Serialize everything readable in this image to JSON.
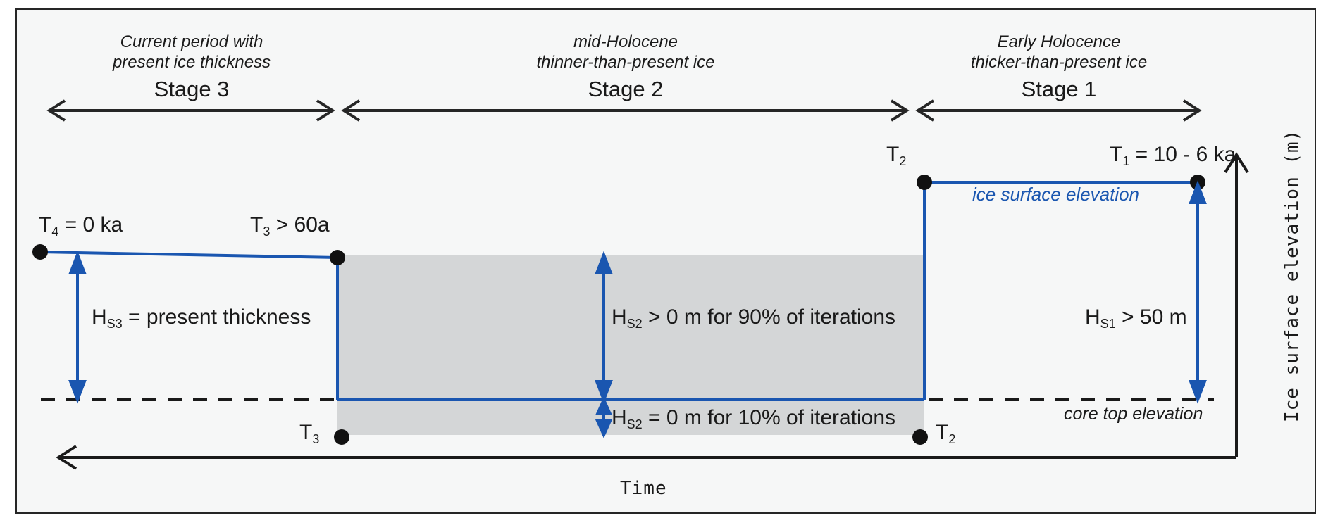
{
  "figure": {
    "background_color": "#f6f7f7",
    "border_color": "#262626",
    "accent_blue": "#1a56b0",
    "shade_gray": "#d4d6d7"
  },
  "stages": [
    {
      "id": "stage-3",
      "description_line1": "Current period with",
      "description_line2": "present ice thickness",
      "name": "Stage 3"
    },
    {
      "id": "stage-2",
      "description_line1": "mid-Holocene",
      "description_line2": "thinner-than-present ice",
      "name": "Stage 2"
    },
    {
      "id": "stage-1",
      "description_line1": "Early Holocence",
      "description_line2": "thicker-than-present ice",
      "name": "Stage 1"
    }
  ],
  "time_points": {
    "t4": "T4 = 0 ka",
    "t4_base": "T",
    "t4_sub": "4",
    "t4_rest": " = 0 ka",
    "t3_upper_base": "T",
    "t3_upper_sub": "3",
    "t3_upper_rest": " > 60a",
    "t2_upper_base": "T",
    "t2_upper_sub": "2",
    "t1_base": "T",
    "t1_sub": "1",
    "t1_rest": " = 10 - 6 ka",
    "t3_lower_base": "T",
    "t3_lower_sub": "3",
    "t2_lower_base": "T",
    "t2_lower_sub": "2"
  },
  "thickness_labels": {
    "hs3_base": "H",
    "hs3_sub": "S3",
    "hs3_rest": " = present thickness",
    "hs2_upper_base": "H",
    "hs2_upper_sub": "S2",
    "hs2_upper_rest": " > 0 m for 90% of iterations",
    "hs2_lower_base": "H",
    "hs2_lower_sub": "S2",
    "hs2_lower_rest": " = 0 m for 10% of iterations",
    "hs1_base": "H",
    "hs1_sub": "S1",
    "hs1_rest": " > 50 m"
  },
  "annotations": {
    "ice_surface_elevation": "ice surface elevation",
    "core_top_elevation": "core top elevation"
  },
  "axes": {
    "x_label": "Time",
    "y_label": "Ice surface elevation (m)"
  }
}
